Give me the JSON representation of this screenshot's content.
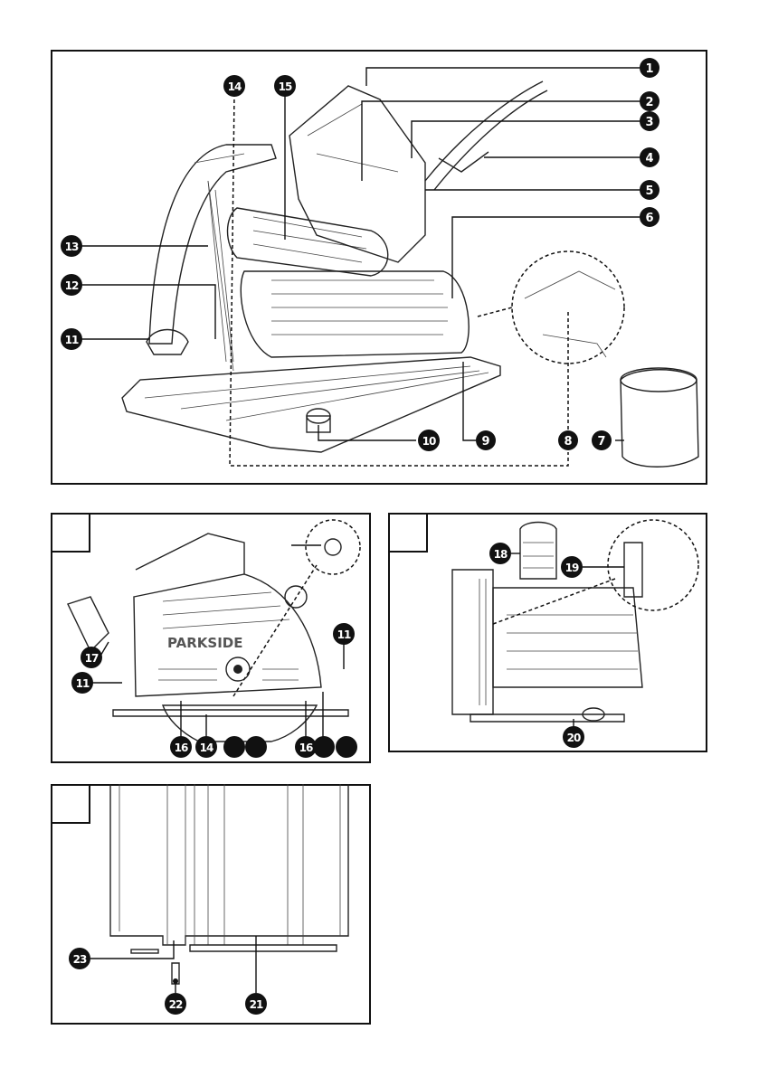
{
  "brand_text": "PARKSIDE",
  "panel_top": {
    "callouts": [
      "1",
      "2",
      "3",
      "4",
      "5",
      "6",
      "7",
      "8",
      "9",
      "10",
      "11",
      "12",
      "13",
      "14",
      "15"
    ]
  },
  "panel_b": {
    "callouts": [
      "11",
      "11",
      "14",
      "16",
      "16",
      "17"
    ]
  },
  "panel_c": {
    "callouts": [
      "18",
      "19",
      "20"
    ]
  },
  "panel_d": {
    "callouts": [
      "21",
      "22",
      "23"
    ]
  },
  "colors": {
    "ink": "#111111",
    "paper": "#ffffff"
  }
}
